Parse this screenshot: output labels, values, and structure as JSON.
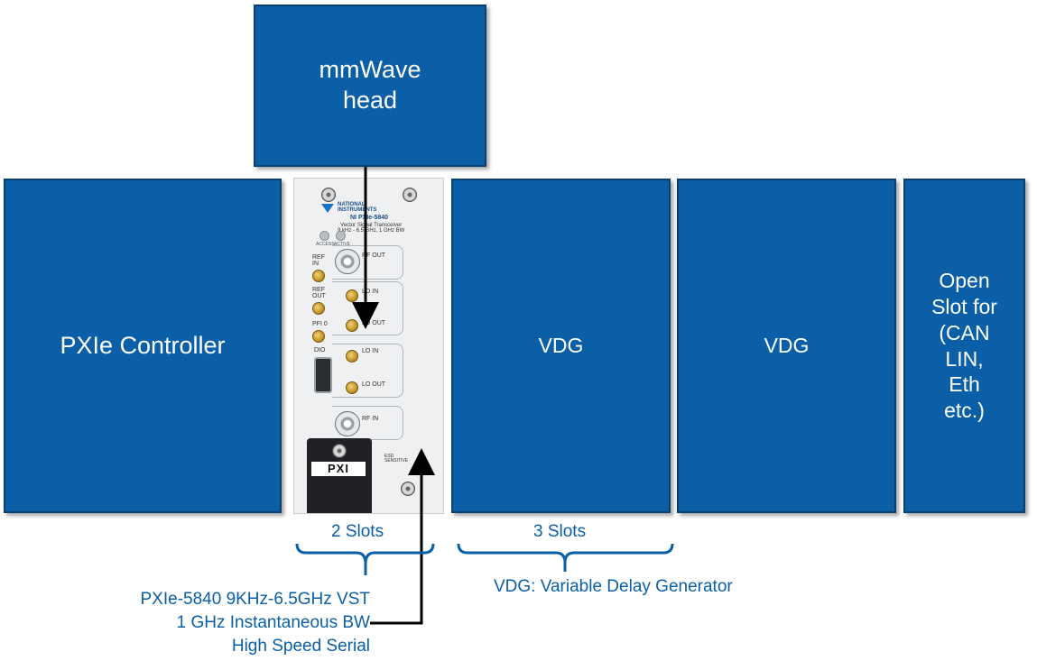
{
  "head_box": {
    "label": "mmWave\nhead"
  },
  "controller_box": {
    "label": "PXIe Controller"
  },
  "vdg_box_1": {
    "label": "VDG"
  },
  "vdg_box_2": {
    "label": "VDG"
  },
  "open_slot_box": {
    "label": "Open\nSlot for\n(CAN\nLIN,\nEth\netc.)"
  },
  "module": {
    "brand": "NATIONAL\nINSTRUMENTS",
    "model": "NI PXIe-5840",
    "desc": "Vector Signal Transceiver\n9 kHz - 6.5 GHz, 1 GHz BW",
    "led_access": "ACCESS",
    "led_active": "ACTIVE",
    "ports": {
      "rf_out": "RF OUT",
      "lo_in_1": "LO IN",
      "lo_out_1": "LO OUT",
      "lo_in_2": "LO IN",
      "lo_out_2": "LO OUT",
      "rf_in": "RF IN",
      "ref_in": "REF\nIN",
      "ref_out": "REF\nOUT",
      "pfi0": "PFI 0",
      "dio": "DIO"
    },
    "pxi_logo": "PXI",
    "esd": "ESD\nSENSITIVE"
  },
  "braces": {
    "left_label": "2 Slots",
    "right_label": "3 Slots"
  },
  "vst_caption": {
    "line1": "PXIe-5840 9KHz-6.5GHz VST",
    "line2": "1 GHz Instantaneous BW",
    "line3": "High Speed Serial"
  },
  "vdg_caption": "VDG: Variable Delay Generator",
  "colors": {
    "box_fill": "#0a5fa6",
    "box_border": "#0b3f6e",
    "caption_text": "#0a5fa6"
  }
}
